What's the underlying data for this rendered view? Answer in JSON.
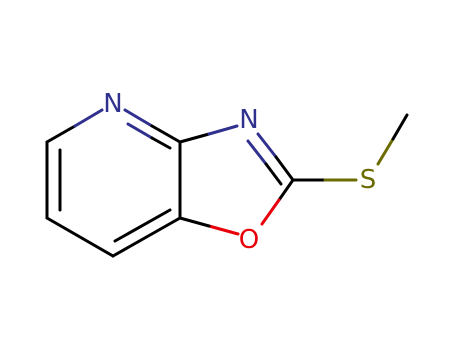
{
  "molecule": {
    "atoms": {
      "n_pyridine": "N",
      "n_oxazole": "N",
      "o_ring": "O",
      "s_thio": "S"
    },
    "colors": {
      "nitrogen": "#30308f",
      "oxygen": "#e8000a",
      "sulfur": "#6b6b00",
      "carbon": "#000000",
      "background": "#ffffff"
    }
  }
}
